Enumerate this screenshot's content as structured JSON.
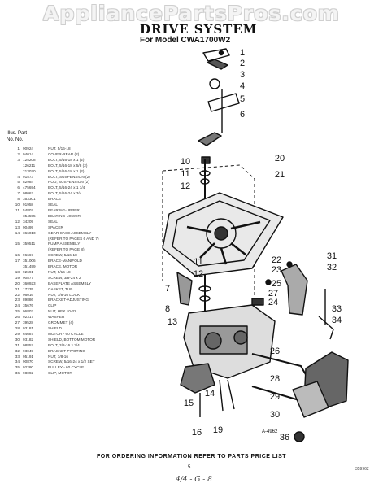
{
  "watermark": "AppliancePartsPros.com",
  "header": {
    "title": "DRIVE SYSTEM",
    "model": "For Model CWA1700W2"
  },
  "list_header": {
    "line1": "Illus. Part",
    "line2": "No.   No."
  },
  "parts": [
    {
      "k": "1",
      "n": "90924",
      "d": "NUT, 5/16-18"
    },
    {
      "k": "2",
      "n": "94014",
      "d": "COVER-REAR (2)"
    },
    {
      "k": "3",
      "n": "125208",
      "d": "BOLT, 5/16-18 x 1 (2)"
    },
    {
      "k": "",
      "n": "126211",
      "d": "BOLT, 5/16-18 x 5/8 (2)"
    },
    {
      "k": "",
      "n": "213070",
      "d": "BOLT, 5/16-18 x 1 (2)"
    },
    {
      "k": "4",
      "n": "91573",
      "d": "BOLT, SUSPENSION (2)"
    },
    {
      "k": "5",
      "n": "82984",
      "d": "ROD, SUSPENSION (2)"
    },
    {
      "k": "6",
      "n": "475694",
      "d": "BOLT, 5/16-24 x 1 1/4"
    },
    {
      "k": "7",
      "n": "98062",
      "d": "BOLT, 5/16-24 x 3/4"
    },
    {
      "k": "8",
      "n": "353301",
      "d": "BRACE"
    },
    {
      "k": "10",
      "n": "91958",
      "d": "SEAL"
    },
    {
      "k": "11",
      "n": "54807",
      "d": "BEARING-UPPER"
    },
    {
      "k": "",
      "n": "354595",
      "d": "BEARING-LOWER"
    },
    {
      "k": "12",
      "n": "34209",
      "d": "SEAL"
    },
    {
      "k": "13",
      "n": "90499",
      "d": "SPACER"
    },
    {
      "k": "14",
      "n": "366013",
      "d": "GEAR CASE ASSEMBLY"
    },
    {
      "k": "",
      "n": "",
      "d": "(REFER TO PAGES 6 AND 7)"
    },
    {
      "k": "15",
      "n": "359511",
      "d": "PUMP ASSEMBLY"
    },
    {
      "k": "",
      "n": "",
      "d": "(REFER TO PAGE 8)"
    },
    {
      "k": "16",
      "n": "96667",
      "d": "SCREW, 5/16-18"
    },
    {
      "k": "17",
      "n": "351006",
      "d": "BRACE-MANIFOLD"
    },
    {
      "k": "",
      "n": "351499",
      "d": "BRACE, MOTOR"
    },
    {
      "k": "18",
      "n": "92691",
      "d": "NUT, 5/16-18"
    },
    {
      "k": "19",
      "n": "90877",
      "d": "SCREW, 3/8-24 x 2"
    },
    {
      "k": "20",
      "n": "360923",
      "d": "BASEPLATE ASSEMBLY"
    },
    {
      "k": "21",
      "n": "17235",
      "d": "GASKET, TUB"
    },
    {
      "k": "22",
      "n": "96016",
      "d": "NUT, 3/8-16 LOCK"
    },
    {
      "k": "23",
      "n": "89886",
      "d": "BRACKET-ADJUSTING"
    },
    {
      "k": "24",
      "n": "35676",
      "d": "CLIP"
    },
    {
      "k": "25",
      "n": "96803",
      "d": "NUT, HEX 10-32"
    },
    {
      "k": "26",
      "n": "92317",
      "d": "WASHER"
    },
    {
      "k": "27",
      "n": "39528",
      "d": "GROMMET (4)"
    },
    {
      "k": "28",
      "n": "93181",
      "d": "SHIELD"
    },
    {
      "k": "29",
      "n": "64687",
      "d": "MOTOR - 60 CYCLE"
    },
    {
      "k": "30",
      "n": "93182",
      "d": "SHIELD, BOTTOM MOTOR"
    },
    {
      "k": "31",
      "n": "98857",
      "d": "BOLT, 3/8-16 x 3/4"
    },
    {
      "k": "32",
      "n": "93049",
      "d": "BRACKET-PIVOTING"
    },
    {
      "k": "33",
      "n": "95191",
      "d": "NUT, 3/8-16"
    },
    {
      "k": "34",
      "n": "90870",
      "d": "SCREW, 5/16-24 x 1/2 SET"
    },
    {
      "k": "35",
      "n": "92280",
      "d": "PULLEY - 60 CYCLE"
    },
    {
      "k": "36",
      "n": "98092",
      "d": "CLIP, MOTOR"
    }
  ],
  "callouts": {
    "c1": "1",
    "c2": "2",
    "c3": "3",
    "c4": "4",
    "c5": "5",
    "c6": "6",
    "c7": "7",
    "c8": "8",
    "c10": "10",
    "c11": "11",
    "c11b": "11",
    "c12": "12",
    "c12b": "12",
    "c13": "13",
    "c14": "14",
    "c15": "15",
    "c16": "16",
    "c19": "19",
    "c20": "20",
    "c21": "21",
    "c22": "22",
    "c23": "23",
    "c24": "24",
    "c25": "25",
    "c26": "26",
    "c27": "27",
    "c28": "28",
    "c29": "29",
    "c30": "30",
    "c31": "31",
    "c32": "32",
    "c33": "33",
    "c34": "34",
    "c36": "36"
  },
  "figure_code": "A-4962",
  "footer": "FOR ORDERING INFORMATION REFER TO PARTS PRICE LIST",
  "page_number": "5",
  "doc_number": "359962",
  "handwritten": "4/4  - G - 8"
}
